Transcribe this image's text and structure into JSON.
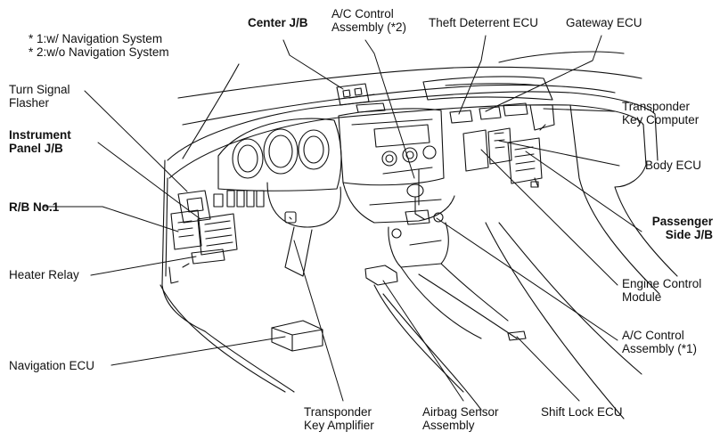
{
  "notes": {
    "note1": "* 1:w/ Navigation System",
    "note2": "* 2:w/o Navigation System"
  },
  "labels": {
    "turn_signal_flasher": "Turn Signal\nFlasher",
    "instrument_panel_jb": "Instrument\nPanel J/B",
    "rb_no1": "R/B No.1",
    "heater_relay": "Heater Relay",
    "navigation_ecu": "Navigation ECU",
    "center_jb": "Center J/B",
    "ac_control_assembly_2": "A/C Control\nAssembly (*2)",
    "theft_deterrent_ecu": "Theft Deterrent ECU",
    "gateway_ecu": "Gateway ECU",
    "transponder_key_computer": "Transponder\nKey Computer",
    "body_ecu": "Body ECU",
    "passenger_side_jb": "Passenger\nSide J/B",
    "engine_control_module": "Engine Control\nModule",
    "ac_control_assembly_1": "A/C Control\nAssembly (*1)",
    "transponder_key_amplifier": "Transponder\nKey Amplifier",
    "airbag_sensor_assembly": "Airbag Sensor\nAssembly",
    "shift_lock_ecu": "Shift Lock ECU"
  }
}
